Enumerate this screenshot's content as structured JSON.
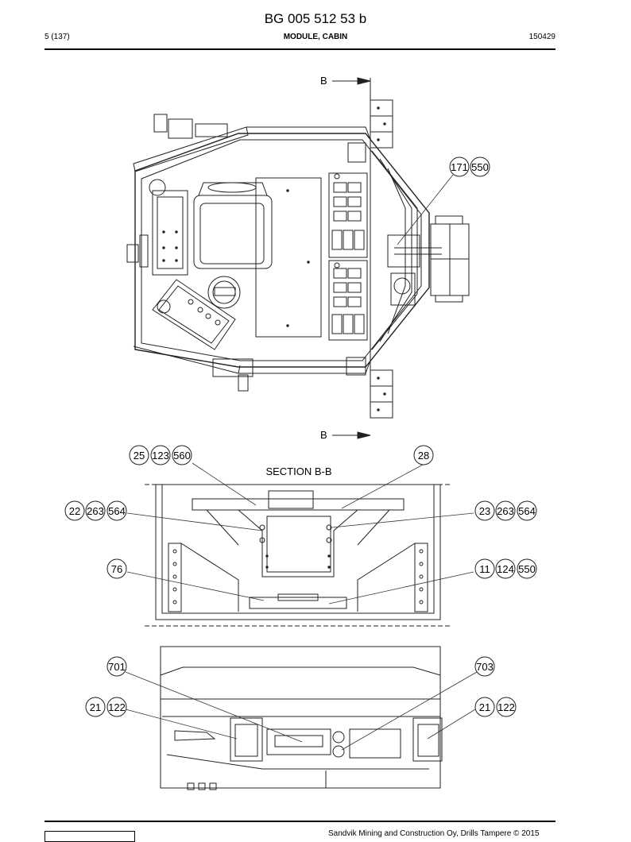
{
  "header": {
    "doc_number": "BG 005 512 53 b",
    "page": "5 (137)",
    "section": "MODULE, CABIN",
    "date_code": "150429"
  },
  "drawing": {
    "section_marker": "B",
    "section_title": "SECTION B-B"
  },
  "callouts": {
    "c171": "171",
    "c550a": "550",
    "c25": "25",
    "c123": "123",
    "c560": "560",
    "c28": "28",
    "c22": "22",
    "c263a": "263",
    "c564a": "564",
    "c23": "23",
    "c263b": "263",
    "c564b": "564",
    "c76": "76",
    "c11": "11",
    "c124": "124",
    "c550b": "550",
    "c701": "701",
    "c703": "703",
    "c21a": "21",
    "c122a": "122",
    "c21b": "21",
    "c122b": "122"
  },
  "footer": {
    "copyright": "Sandvik Mining and Construction Oy, Drills Tampere © 2015"
  }
}
